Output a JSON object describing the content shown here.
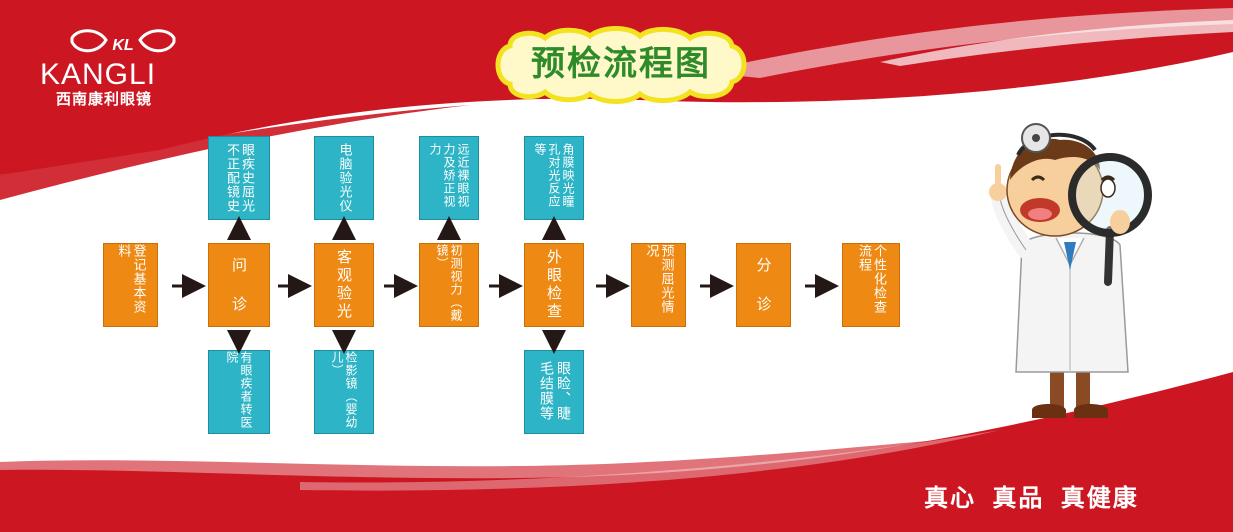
{
  "brand": {
    "logo_mark": "KL",
    "name_en": "KANGLI",
    "name_cn": "西南康利眼镜"
  },
  "title": "预检流程图",
  "slogan": "真心 真品 真健康",
  "colors": {
    "red": "#cc1722",
    "orange": "#ee8a13",
    "teal": "#2db4c6",
    "title_green": "#2d8b2a"
  },
  "flow": {
    "main": [
      "登记基本资料",
      "问 诊",
      "客观验光",
      "初测视力（戴镜）",
      "外眼检查",
      "预测屈光情况",
      "分 诊",
      "个性化检查流程"
    ],
    "top": [
      "眼疾史屈光不正配镜史",
      "电脑验光仪",
      "远近裸眼视力及矫正视力",
      "角膜映光瞳孔对光反应等"
    ],
    "bottom": [
      "有眼疾者转医院",
      "检影镜（婴幼儿）",
      "眼睑、睫毛结膜等"
    ]
  }
}
